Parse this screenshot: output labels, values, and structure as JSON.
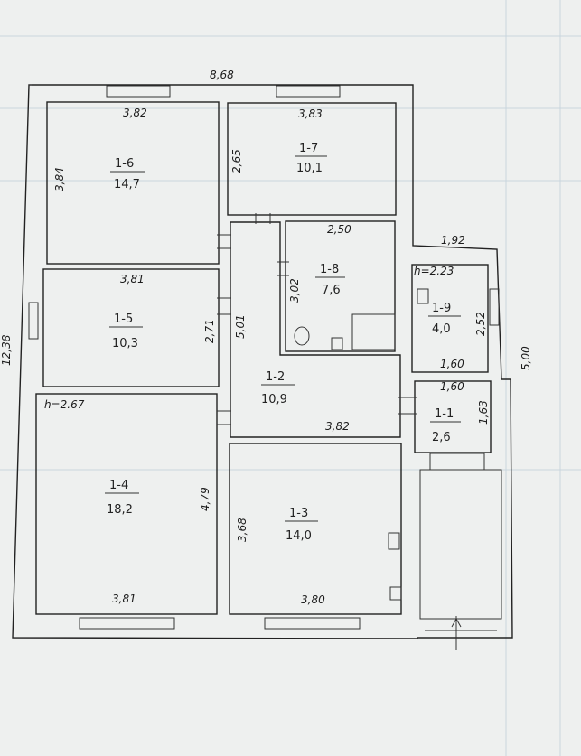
{
  "overall": {
    "top_width": "8,68",
    "left_height": "12,38",
    "right_height": "5,00",
    "step_width": "1,92"
  },
  "rooms": [
    {
      "id": "1-6",
      "area": "14,7",
      "dims": [
        "3,82",
        "3,84"
      ]
    },
    {
      "id": "1-7",
      "area": "10,1",
      "dims": [
        "3,83",
        "2,65"
      ]
    },
    {
      "id": "1-8",
      "area": "7,6",
      "dims": [
        "2,50",
        "3,02"
      ]
    },
    {
      "id": "1-9",
      "area": "4,0",
      "dims": [
        "2,52",
        "1,60"
      ],
      "height_note": "h=2.23"
    },
    {
      "id": "1-5",
      "area": "10,3",
      "dims": [
        "3,81",
        "2,71"
      ]
    },
    {
      "id": "1-2",
      "area": "10,9",
      "dims": [
        "5,01",
        "3,82"
      ]
    },
    {
      "id": "1-1",
      "area": "2,6",
      "dims": [
        "1,60",
        "1,63"
      ]
    },
    {
      "id": "1-4",
      "area": "18,2",
      "dims": [
        "4,79",
        "3,81"
      ],
      "height_note": "h=2.67"
    },
    {
      "id": "1-3",
      "area": "14,0",
      "dims": [
        "3,68",
        "3,80"
      ]
    }
  ]
}
